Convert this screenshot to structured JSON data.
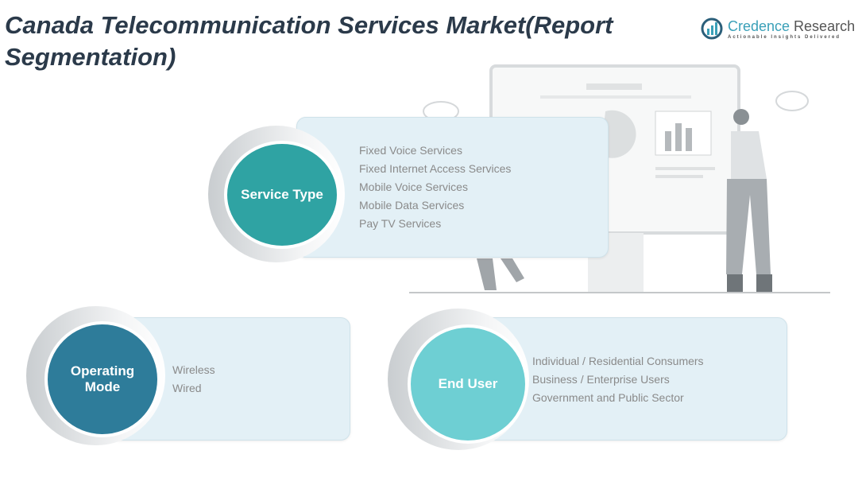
{
  "title": "Canada Telecommunication Services Market(Report Segmentation)",
  "logo": {
    "name_part1": "Credence",
    "name_part2": " Research",
    "tagline": "Actionable Insights Delivered"
  },
  "segments": [
    {
      "label": "Service Type",
      "color": "#2FA3A3",
      "items": [
        "Fixed Voice Services",
        "Fixed Internet Access Services",
        "Mobile Voice Services",
        "Mobile Data Services",
        "Pay TV Services"
      ]
    },
    {
      "label": "Operating Mode",
      "color": "#2E7C9A",
      "items": [
        "Wireless",
        "Wired"
      ]
    },
    {
      "label": "End User",
      "color": "#6ECFD3",
      "items": [
        "Individual / Residential Consumers",
        "Business / Enterprise Users",
        "Government and Public Sector"
      ]
    }
  ]
}
